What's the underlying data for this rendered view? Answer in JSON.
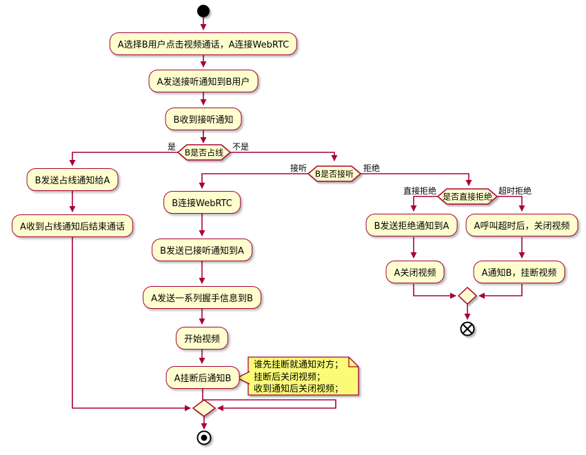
{
  "colors": {
    "border": "#A80036",
    "activity_fill": "#FEFECE",
    "note_fill": "#FBFB77",
    "text": "#000000",
    "node_black": "#000000"
  },
  "activities": {
    "a1": "A选择B用户点击视频通话，A连接WebRTC",
    "a2": "A发送接听通知到B用户",
    "a3": "B收到接听通知",
    "busy1": "B发送占线通知给A",
    "busy2": "A收到占线通知后结束通话",
    "m1": "B连接WebRTC",
    "m2": "B发送已接听通知到A",
    "m3": "A发送一系列握手信息到B",
    "m4": "开始视频",
    "m5": "A挂断后通知B",
    "r1": "B发送拒绝通知到A",
    "r2": "A呼叫超时后，关闭视频",
    "r3": "A关闭视频",
    "r4": "A通知B，挂断视频"
  },
  "decisions": {
    "d1": {
      "text": "B是否占线",
      "yes": "是",
      "no": "不是"
    },
    "d2": {
      "text": "B是否接听",
      "yes": "接听",
      "no": "拒绝"
    },
    "d3": {
      "text": "是否直接拒绝",
      "yes": "直接拒绝",
      "no": "超时拒绝"
    }
  },
  "note": {
    "lines": [
      "谁先挂断就通知对方；",
      "挂断后关闭视频；",
      "收到通知后关闭视频；"
    ]
  }
}
